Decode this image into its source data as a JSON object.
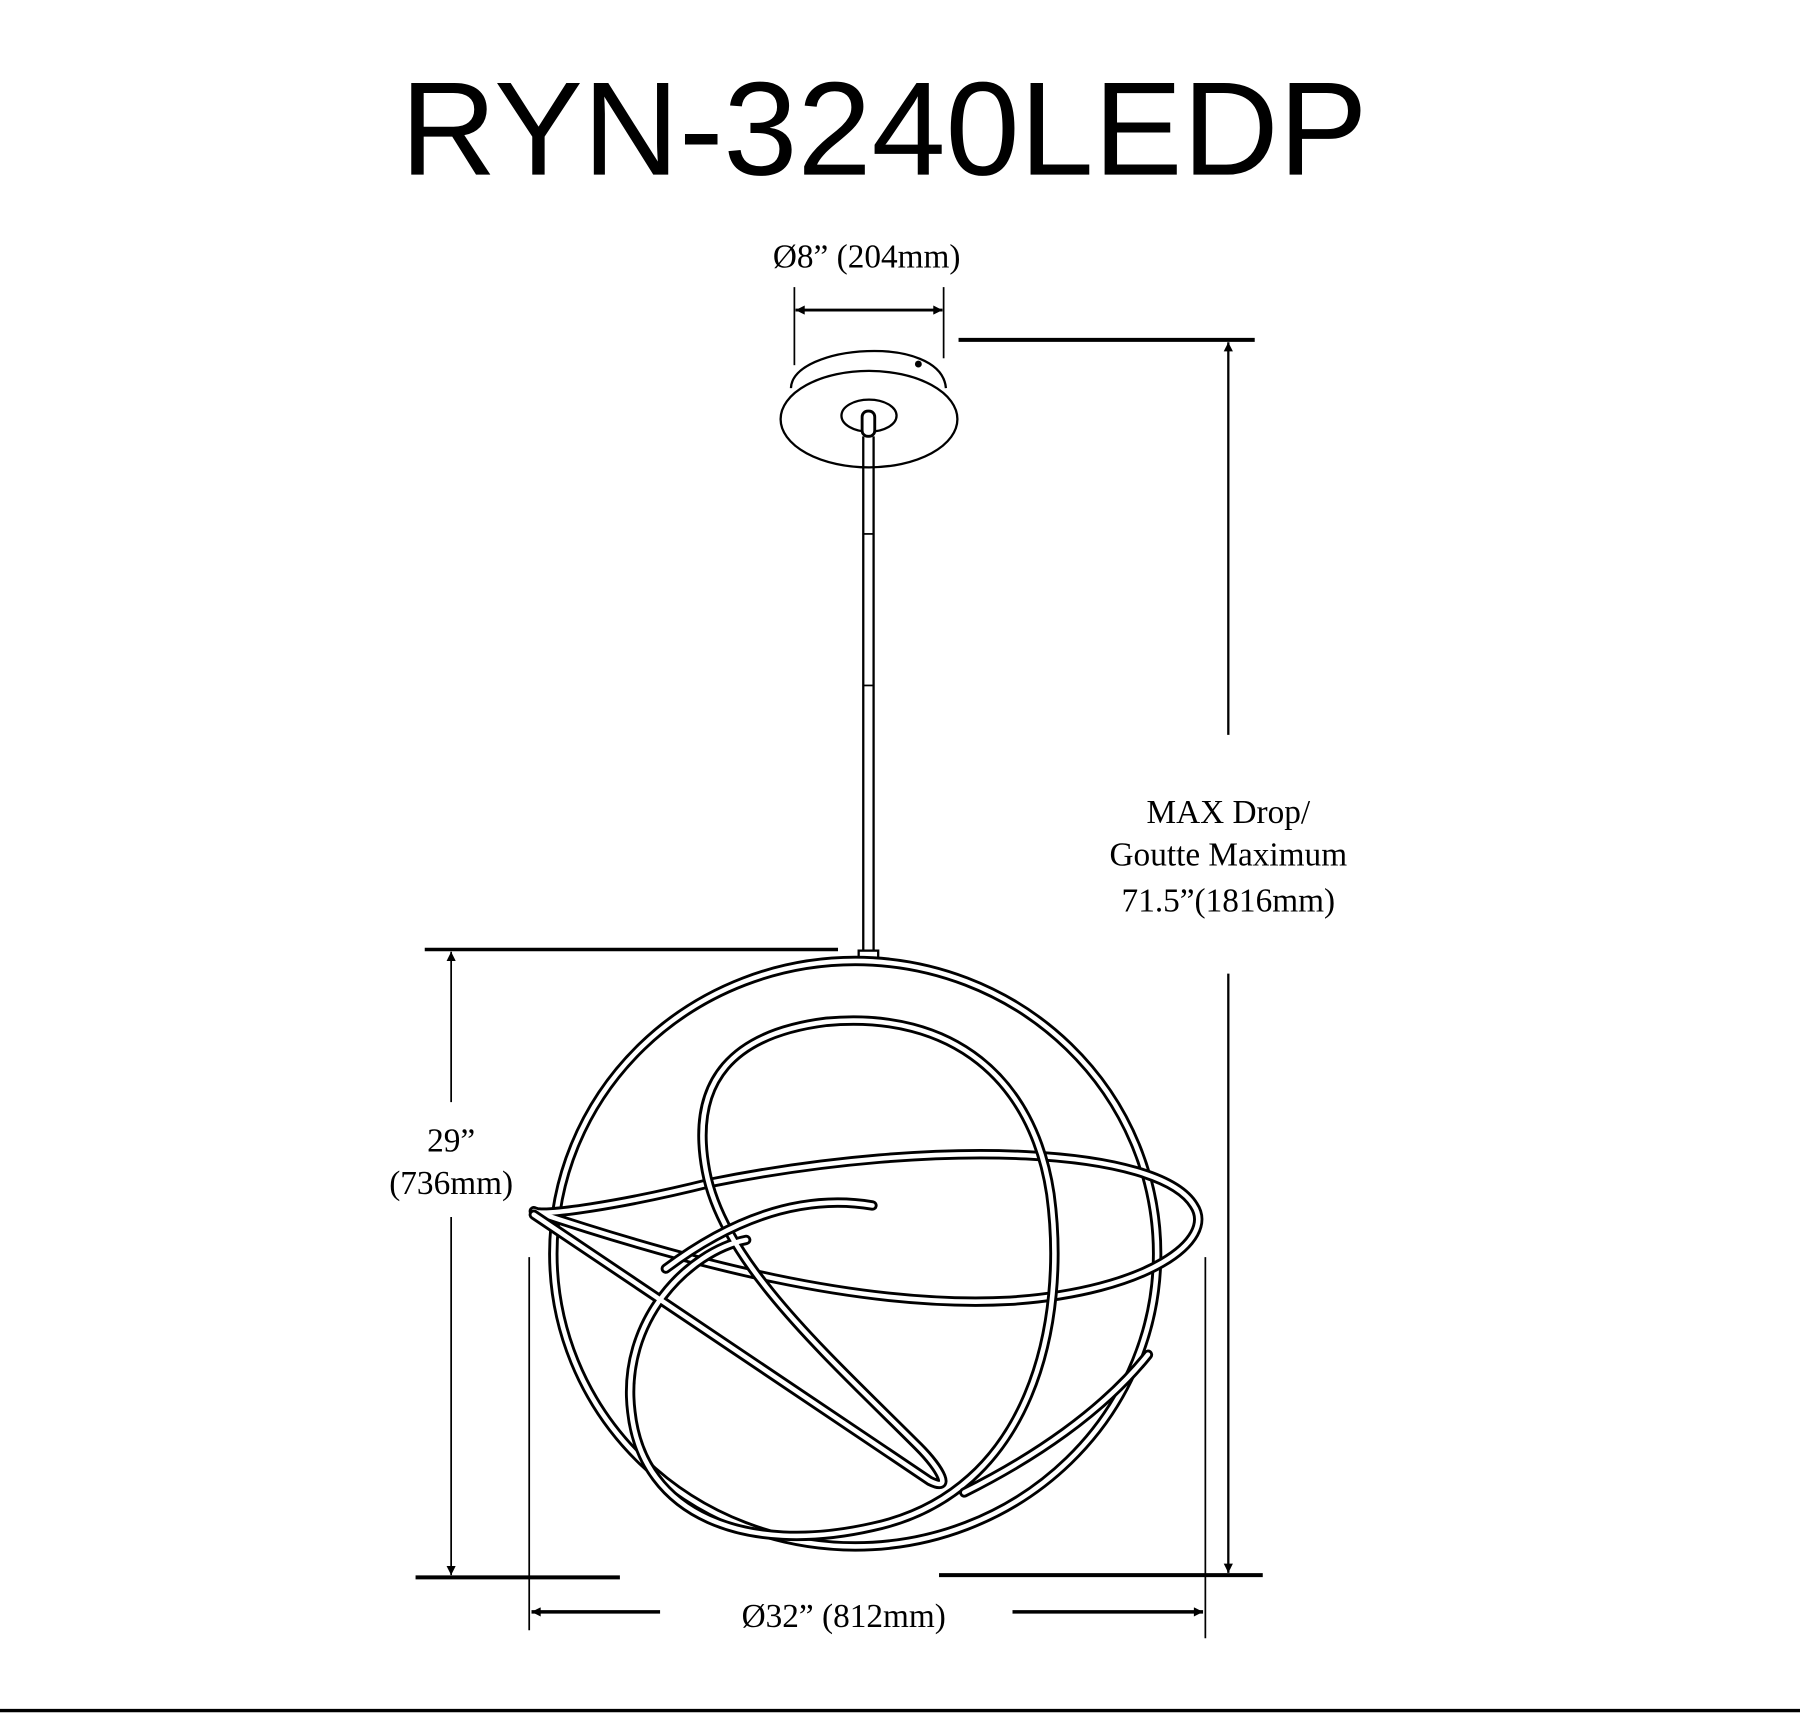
{
  "title": "RYN-3240LEDP",
  "dimensions": {
    "canopy_diameter": "Ø8” (204mm)",
    "max_drop_line1": "MAX Drop/",
    "max_drop_line2": "Goutte Maximum",
    "max_drop_line3": "71.5”(1816mm)",
    "height_line1": "29”",
    "height_line2": "(736mm)",
    "fixture_diameter": "Ø32” (812mm)"
  },
  "colors": {
    "line": "#000000",
    "background": "#ffffff"
  }
}
